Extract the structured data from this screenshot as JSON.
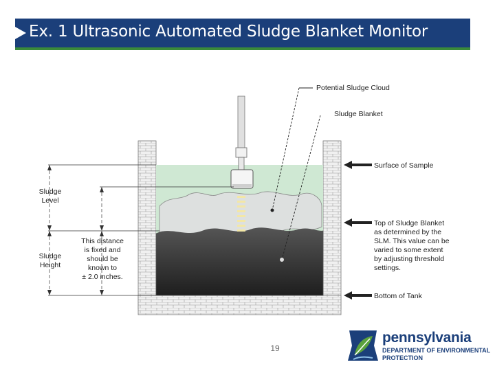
{
  "slide": {
    "title": "Ex. 1  Ultrasonic Automated Sludge Blanket Monitor",
    "page_number": "19"
  },
  "diagram": {
    "callouts_top": {
      "potential_cloud": "Potential Sludge Cloud",
      "sludge_blanket": "Sludge Blanket"
    },
    "right_labels": {
      "surface": "Surface of Sample",
      "top_blanket": [
        "Top of Sludge Blanket",
        "as determined by the",
        "SLM. This value can be",
        "varied to some extent",
        "by adjusting threshold",
        "settings."
      ],
      "bottom": "Bottom of Tank"
    },
    "left_labels": {
      "sludge_level": [
        "Sludge",
        "Level"
      ],
      "sludge_height": [
        "Sludge",
        "Height"
      ],
      "distance_note": [
        "This distance",
        "is fixed and",
        "should be",
        "known to",
        "± 2.0 inches."
      ]
    },
    "colors": {
      "sample_water": "#cfe8d3",
      "sludge_cloud": "#d9dcdc",
      "sludge_dark": "#3c3c3c",
      "wall": "#e8e8e8"
    }
  },
  "logo": {
    "name": "pennsylvania",
    "sub_line1": "DEPARTMENT OF ENVIRONMENTAL",
    "sub_line2": "PROTECTION",
    "icon": "keystone-leaf-icon"
  }
}
